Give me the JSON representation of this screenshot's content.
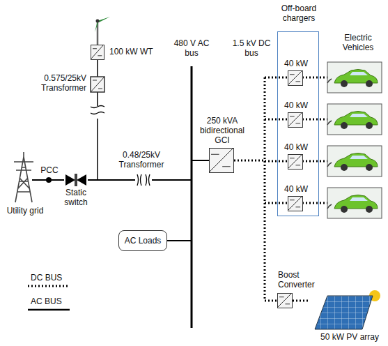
{
  "diagram": {
    "nodes": [
      {
        "text": [
          "100 kW WT"
        ]
      },
      {
        "text": [
          "250 kVA bidirectional GCI"
        ]
      },
      {
        "text": [
          "Off-board chargers"
        ]
      },
      {
        "text": [
          "40 kW"
        ],
        "in": 2
      },
      {
        "text": [
          "40 kW"
        ],
        "in": 2
      },
      {
        "text": [
          "40 kW"
        ],
        "in": 2
      },
      {
        "text": [
          "40 kW"
        ],
        "in": 2
      },
      {
        "text": [
          "AC Loads"
        ]
      },
      {
        "text": [
          "Boost Converter"
        ]
      }
    ],
    "labels": [
      "480 V AC bus",
      "1.5 kV DC bus",
      "Electric Vehicles",
      "0.575/25kV Transformer",
      "0.48/25kV Transformer",
      "PCC",
      "Static switch",
      "Utility grid",
      "50 kW PV array"
    ],
    "legend": [
      {
        "text": "DC BUS"
      },
      {
        "text": "AC BUS"
      }
    ]
  }
}
